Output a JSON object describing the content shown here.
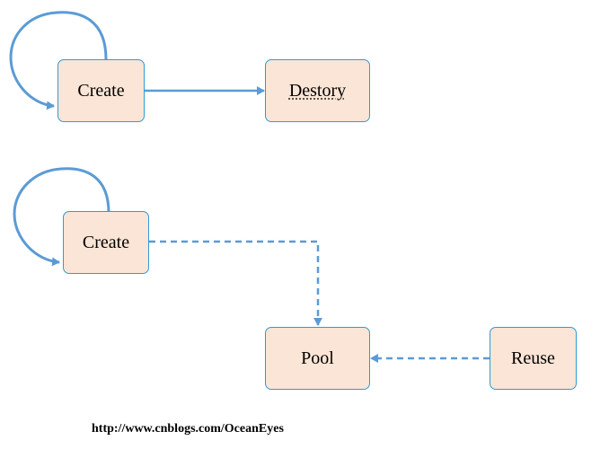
{
  "diagram": {
    "nodes": {
      "create_top": "Create",
      "destory": "Destory",
      "create_bottom": "Create",
      "pool": "Pool",
      "reuse": "Reuse"
    },
    "footer_url": "http://www.cnblogs.com/OceanEyes"
  },
  "colors": {
    "node_fill": "#fbe5d6",
    "node_border": "#2e9bd6",
    "arrow": "#5b9bd5"
  }
}
